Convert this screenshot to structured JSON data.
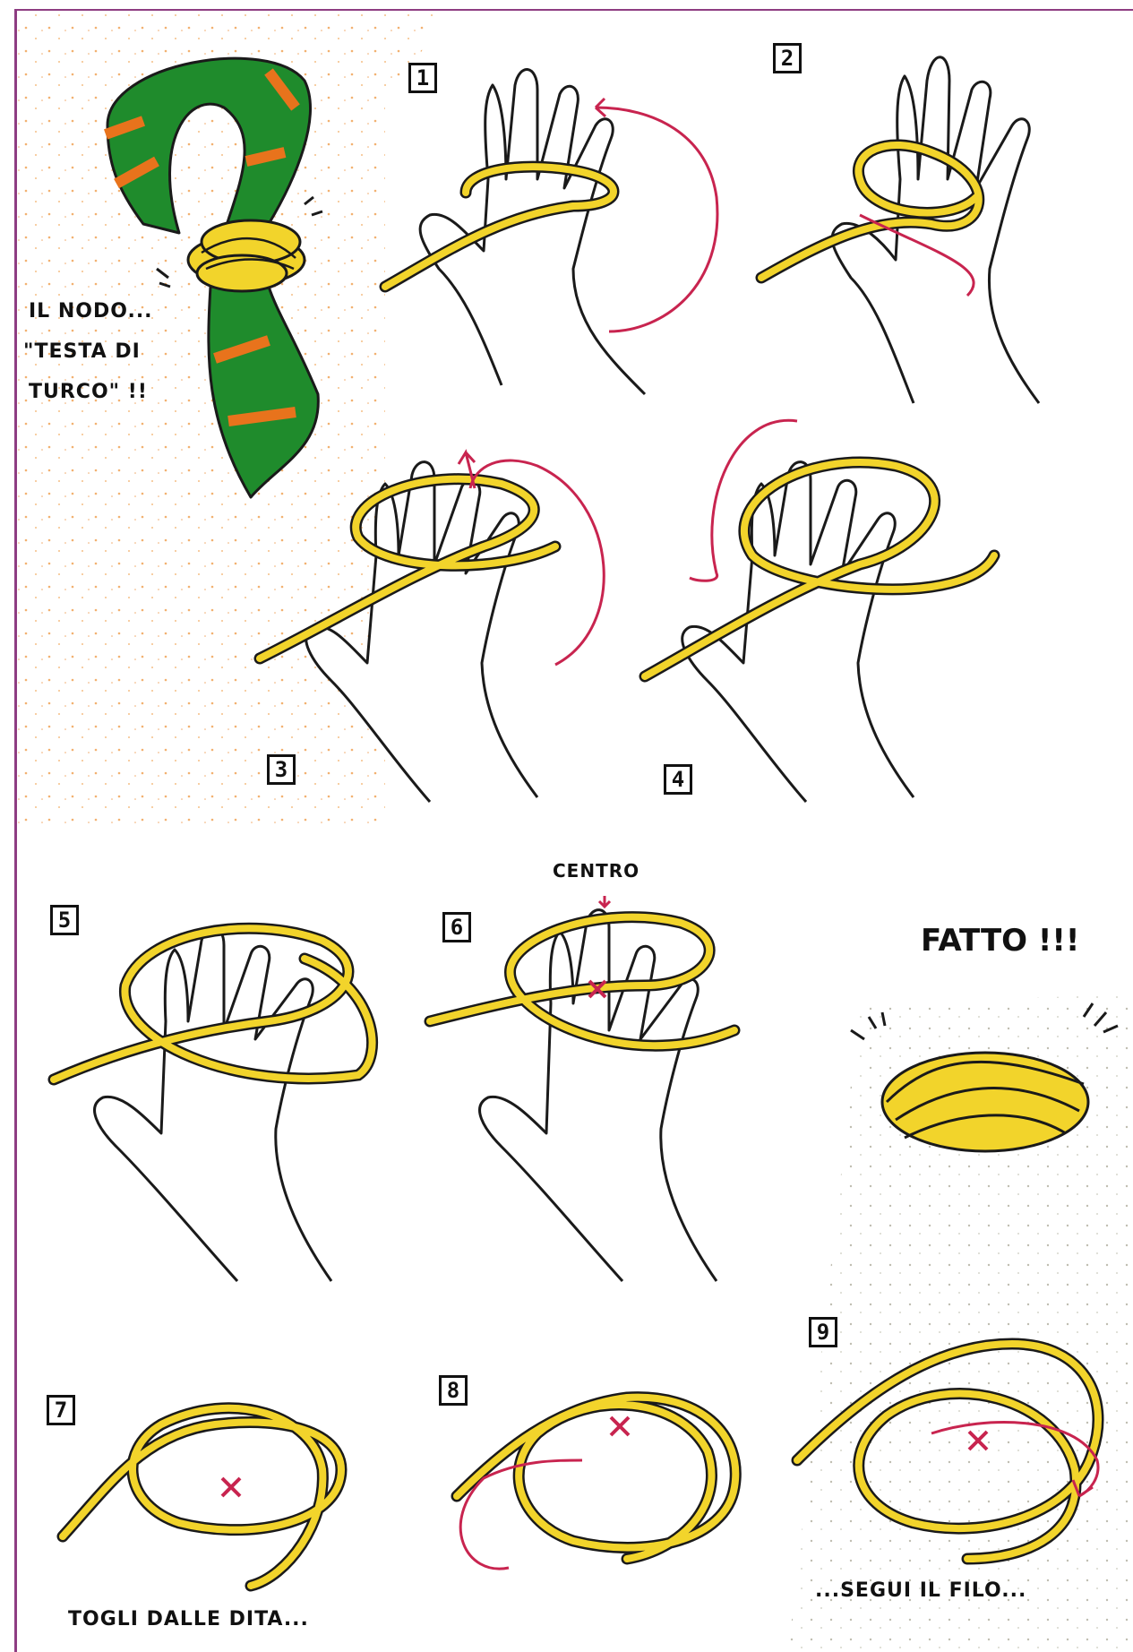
{
  "title_lines": [
    "IL NODO...",
    "\"TESTA DI",
    "TURCO\" !!"
  ],
  "steps": [
    "1",
    "2",
    "3",
    "4",
    "5",
    "6",
    "7",
    "8",
    "9"
  ],
  "labels": {
    "center": "CENTRO",
    "done": "FATTO !!!",
    "remove": "TOGLI DALLE DITA...",
    "follow": "...SEGUI IL FILO..."
  },
  "colors": {
    "cord": "#f2d42b",
    "scarf": "#1f8b2c",
    "stripe": "#e8731c",
    "arrow": "#c8244f",
    "frame": "#8e3d82"
  }
}
